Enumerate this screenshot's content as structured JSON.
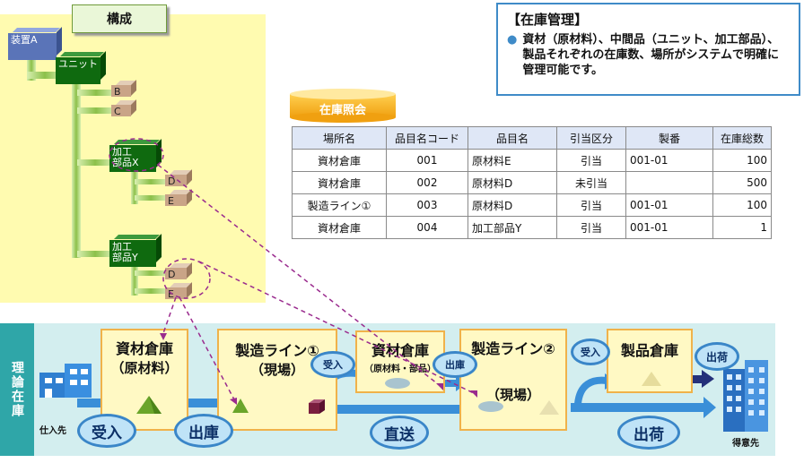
{
  "bom": {
    "title": "構成",
    "device_a": "装置A",
    "unit": "ユニット",
    "part_b": "B",
    "part_c": "C",
    "sub_x": "加工\n部品X",
    "sub_x_l1": "加工",
    "sub_x_l2": "部品X",
    "part_d1": "D",
    "part_e1": "E",
    "sub_y_l1": "加工",
    "sub_y_l2": "部品Y",
    "part_d2": "D",
    "part_e2": "E"
  },
  "info": {
    "heading": "【在庫管理】",
    "text": "資材（原材料）、中間品（ユニット、加工部品）、製品それぞれの在庫数、場所がシステムで明確に管理可能です。"
  },
  "inventory": {
    "title": "在庫照会",
    "columns": [
      "場所名",
      "品目名コード",
      "品目名",
      "引当区分",
      "製番",
      "在庫総数"
    ],
    "rows": [
      [
        "資材倉庫",
        "001",
        "原材料E",
        "引当",
        "001-01",
        "100"
      ],
      [
        "資材倉庫",
        "002",
        "原材料D",
        "未引当",
        "",
        "500"
      ],
      [
        "製造ライン①",
        "003",
        "原材料D",
        "引当",
        "001-01",
        "100"
      ],
      [
        "資材倉庫",
        "004",
        "加工部品Y",
        "引当",
        "001-01",
        "1"
      ]
    ]
  },
  "flow": {
    "side_label": "理論在庫",
    "supplier": "仕入先",
    "customer": "得意先",
    "stage1_l1": "資材倉庫",
    "stage1_l2": "（原材料）",
    "stage2_l1": "製造ライン①",
    "stage2_l2": "（現場）",
    "stage3_l1": "資材倉庫",
    "stage3_l2": "（原材料・部品）",
    "stage4_l1": "製造ライン②",
    "stage4_l2": "（現場）",
    "stage5_l1": "製品倉庫",
    "big_receive": "受入",
    "big_issue": "出庫",
    "big_direct": "直送",
    "big_ship": "出荷",
    "small_receive_1": "受入",
    "small_issue": "出庫",
    "small_receive_2": "受入",
    "small_ship": "出荷"
  },
  "colors": {
    "stage_border": "#f0b24a",
    "stage_fill": "#fff9c4",
    "oval_fill": "#bfe3f7",
    "oval_border": "#3a86c8",
    "flow_bg": "#d3eeef",
    "side_bar": "#2fa6a8",
    "bom_bg": "#fffbb0"
  }
}
